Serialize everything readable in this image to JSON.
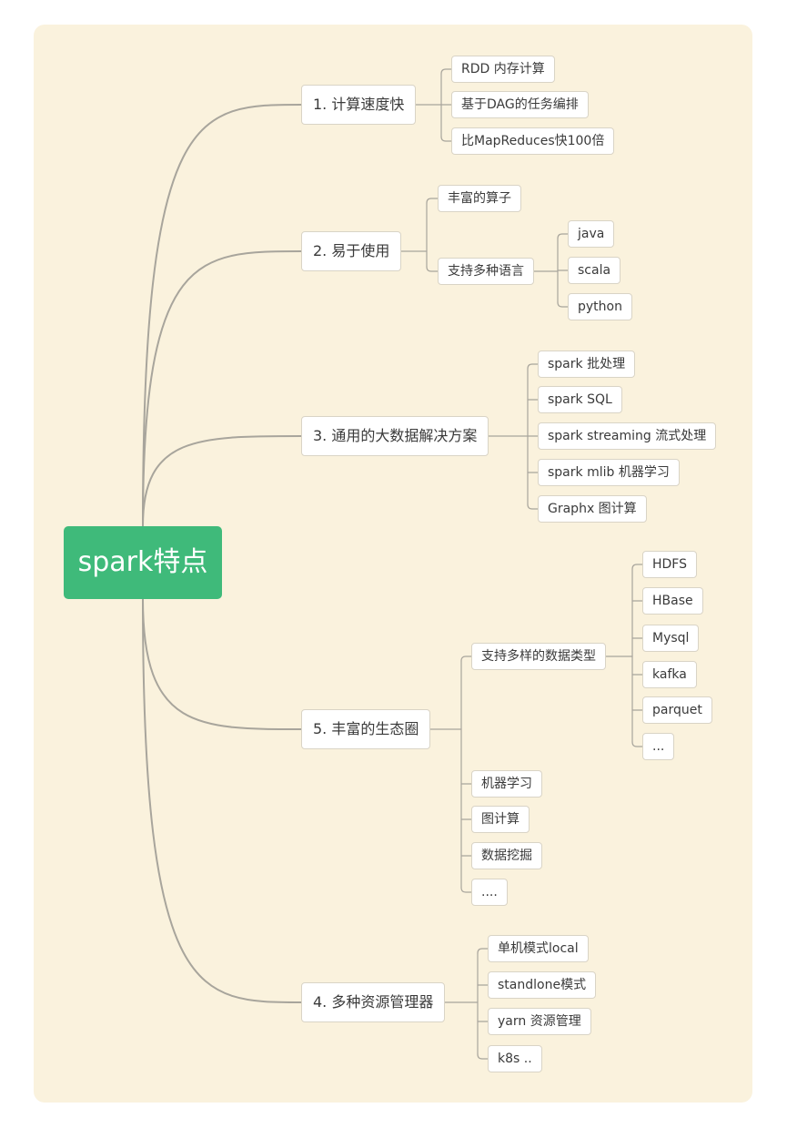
{
  "root": {
    "label": "spark特点"
  },
  "branches": [
    {
      "label": "1. 计算速度快",
      "children": [
        {
          "label": "RDD 内存计算"
        },
        {
          "label": "基于DAG的任务编排"
        },
        {
          "label": "比MapReduces快100倍"
        }
      ]
    },
    {
      "label": "2. 易于使用",
      "children": [
        {
          "label": "丰富的算子"
        },
        {
          "label": "支持多种语言",
          "children": [
            {
              "label": "java"
            },
            {
              "label": "scala"
            },
            {
              "label": "python"
            }
          ]
        }
      ]
    },
    {
      "label": "3. 通用的大数据解决方案",
      "children": [
        {
          "label": "spark 批处理"
        },
        {
          "label": "spark SQL"
        },
        {
          "label": "spark streaming 流式处理"
        },
        {
          "label": "spark mlib 机器学习"
        },
        {
          "label": "Graphx 图计算"
        }
      ]
    },
    {
      "label": "5. 丰富的生态圈",
      "children": [
        {
          "label": "支持多样的数据类型",
          "children": [
            {
              "label": "HDFS"
            },
            {
              "label": "HBase"
            },
            {
              "label": "Mysql"
            },
            {
              "label": "kafka"
            },
            {
              "label": "parquet"
            },
            {
              "label": "..."
            }
          ]
        },
        {
          "label": "机器学习"
        },
        {
          "label": "图计算"
        },
        {
          "label": "数据挖掘"
        },
        {
          "label": "...."
        }
      ]
    },
    {
      "label": "4. 多种资源管理器",
      "children": [
        {
          "label": "单机模式local"
        },
        {
          "label": "standlone模式"
        },
        {
          "label": "yarn 资源管理"
        },
        {
          "label": "k8s .."
        }
      ]
    }
  ],
  "colors": {
    "root": "#3fba7a",
    "background": "#faf2dd",
    "line": "#a8a59c"
  }
}
